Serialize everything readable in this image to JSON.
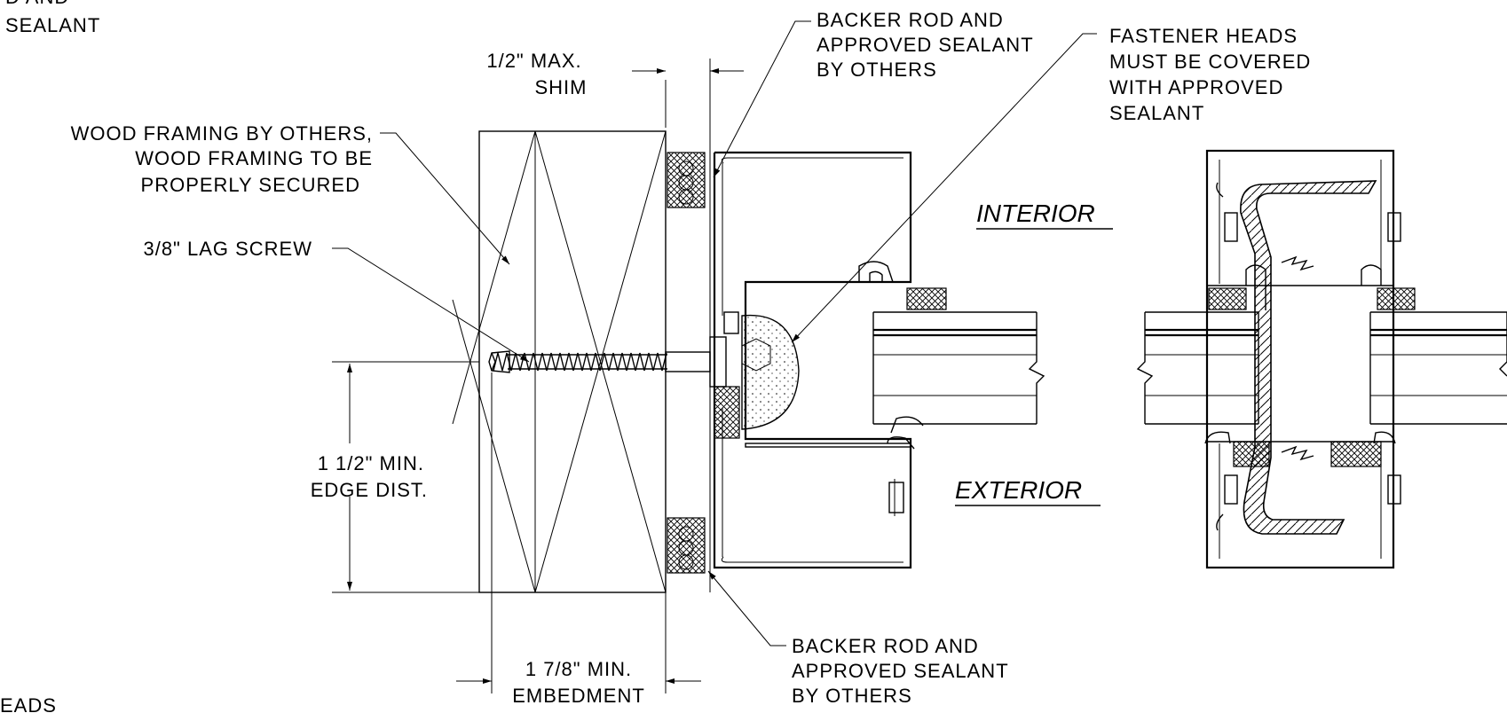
{
  "partial_notes": {
    "top_left_1": "D AND",
    "top_left_2": "SEALANT",
    "bottom_left": "EADS"
  },
  "shim_note": {
    "line1": "1/2\" MAX.",
    "line2": "SHIM"
  },
  "backer_top": {
    "line1": "BACKER ROD AND",
    "line2": "APPROVED SEALANT",
    "line3": "BY OTHERS"
  },
  "fastener_note": {
    "line1": "FASTENER HEADS",
    "line2": "MUST BE COVERED",
    "line3": "WITH APPROVED",
    "line4": "SEALANT"
  },
  "wood_note": {
    "line1": "WOOD FRAMING BY OTHERS,",
    "line2": "WOOD FRAMING TO BE",
    "line3": "PROPERLY SECURED"
  },
  "lag_note": {
    "line1": "3/8\" LAG SCREW"
  },
  "edge_note": {
    "line1": "1 1/2\" MIN.",
    "line2": "EDGE DIST."
  },
  "embed_note": {
    "line1": "1 7/8\" MIN.",
    "line2": "EMBEDMENT"
  },
  "backer_bottom": {
    "line1": "BACKER ROD AND",
    "line2": "APPROVED SEALANT",
    "line3": "BY OTHERS"
  },
  "zones": {
    "interior": "INTERIOR",
    "exterior": "EXTERIOR"
  }
}
